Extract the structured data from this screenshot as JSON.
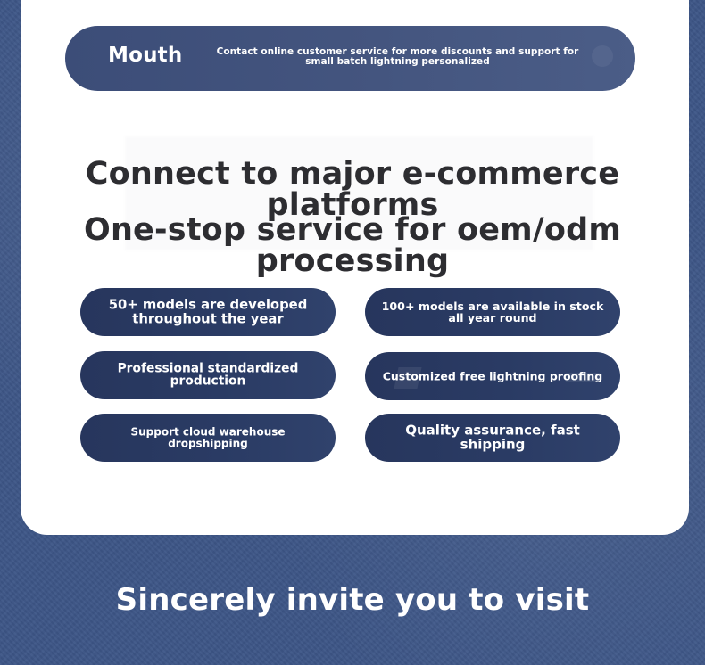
{
  "banner": {
    "title": "Mouth",
    "description": "Contact online customer service for more discounts and support for small batch lightning personalized"
  },
  "headlines": [
    "Connect to major e-commerce platforms",
    "One-stop service for oem/odm processing"
  ],
  "features": [
    "50+ models are developed throughout the year",
    "100+ models are available in stock all year round",
    "Professional standardized production",
    "Customized free lightning proofing",
    "Support cloud warehouse dropshipping",
    "Quality assurance, fast shipping"
  ],
  "footer": {
    "invite": "Sincerely invite you to visit"
  },
  "colors": {
    "background": "#3d5687",
    "card": "#ffffff",
    "banner": "#44557f",
    "pill": "#2a3b64",
    "headline_text": "#2d2d31"
  }
}
